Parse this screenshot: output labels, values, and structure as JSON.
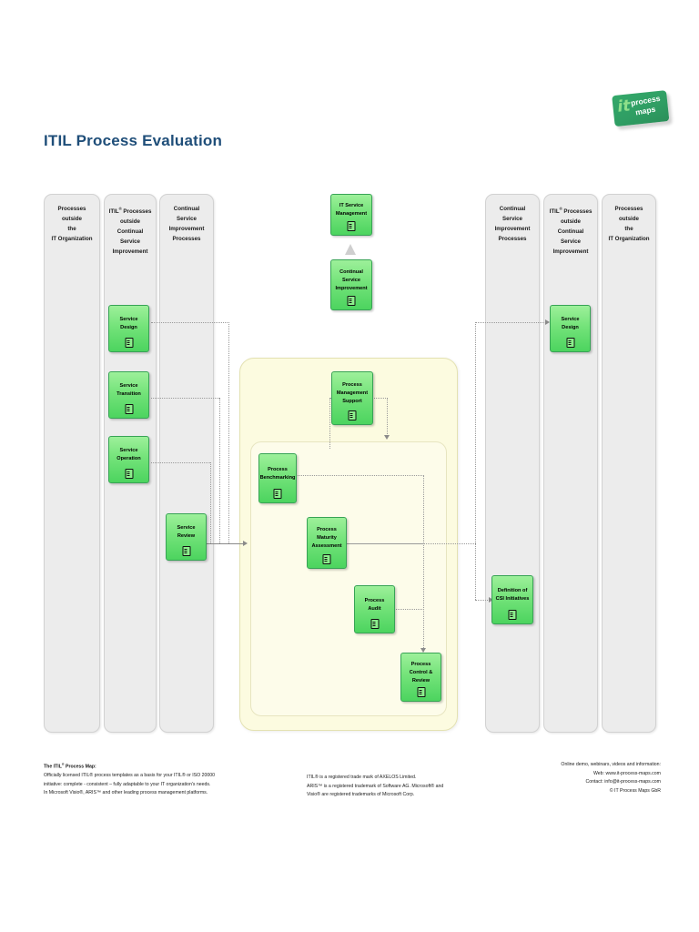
{
  "page": {
    "title": "ITIL Process Evaluation"
  },
  "logo": {
    "word_it": "it",
    "word_process": "process",
    "word_maps": "maps"
  },
  "lanes": [
    {
      "id": "lane-outside-it-left",
      "label": "Processes outside\nthe\nIT Organization"
    },
    {
      "id": "lane-itil-outside-csi-left",
      "label": "ITIL® Processes\noutside  Continual\nService\nImprovement"
    },
    {
      "id": "lane-csi-processes-left",
      "label": "Continual Service\nImprovement\nProcesses"
    },
    {
      "id": "lane-csi-processes-right",
      "label": "Continual Service\nImprovement\nProcesses"
    },
    {
      "id": "lane-itil-outside-csi-right",
      "label": "ITIL® Processes\noutside  Continual\nService\nImprovement"
    },
    {
      "id": "lane-outside-it-right",
      "label": "Processes outside\nthe\nIT Organization"
    }
  ],
  "processes": {
    "it_service_management": "IT Service Management",
    "continual_service_improvement": "Continual Service Improvement",
    "service_design_left": "Service Design",
    "service_transition": "Service Transition",
    "service_operation": "Service Operation",
    "service_review": "Service Review",
    "process_management_support": "Process Management Support",
    "process_benchmarking": "Process Benchmarking",
    "process_maturity_assessment": "Process Maturity Assessment",
    "process_audit": "Process Audit",
    "process_control_review": "Process Control & Review",
    "definition_of_csi_initiatives": "Definition of CSI Initiatives",
    "service_design_right": "Service Design"
  },
  "footer": {
    "left": {
      "heading": "The ITIL® Process Map:",
      "line1": "Officially licensed ITIL® process templates as a basis for your ITIL® or ISO 20000",
      "line2": "initiative: complete - consistent – fully adaptable to your IT organization's needs.",
      "line3": "In Microsoft Visio®, ARIS™ and other leading process management platforms."
    },
    "center": {
      "line1": "ITIL® is a registered trade mark of AXELOS Limited.",
      "line2": "ARIS™ is a registered trademark of Software AG. Microsoft® and",
      "line3": "Visio® are registered trademarks of Microsoft Corp."
    },
    "right": {
      "line1": "Online demo, webinars, videos and information:",
      "line2": "Web: www.it-process-maps.com",
      "line3": "Contact: info@it-process-maps.com",
      "line4": "© IT Process Maps GbR"
    }
  },
  "colors": {
    "title": "#1f4e79",
    "lane_fill": "#ececec",
    "process_fill": "#6fe176",
    "container_fill": "#fcfbe0",
    "connector": "#9a9a9a"
  }
}
